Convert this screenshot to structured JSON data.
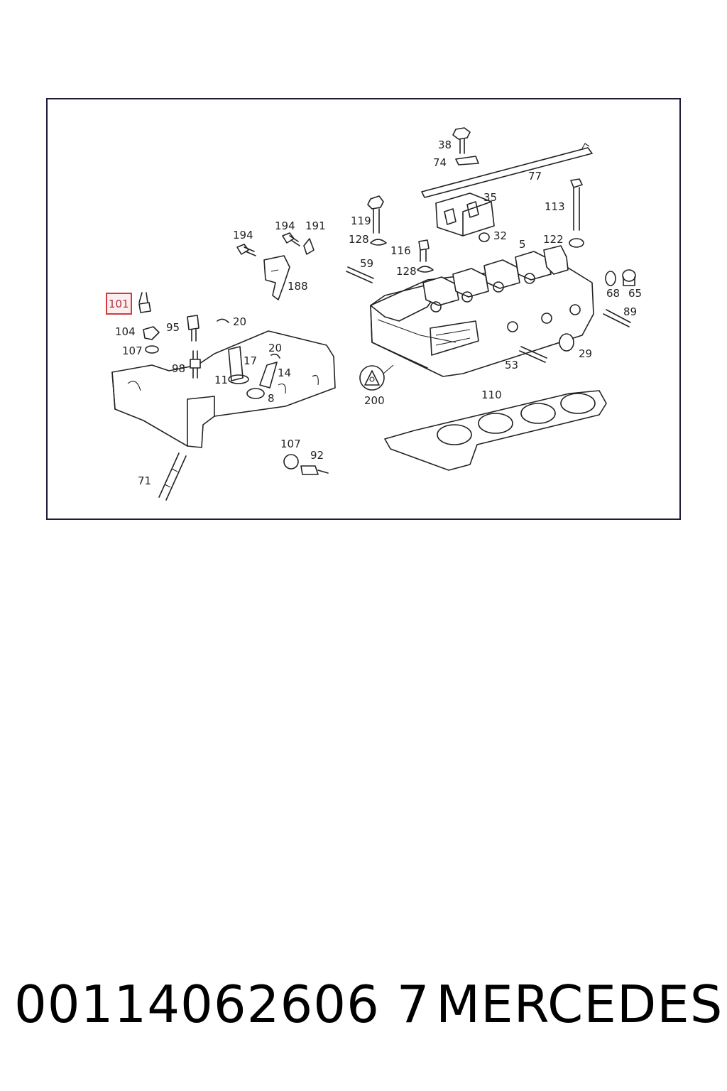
{
  "diagram": {
    "callouts": [
      "38",
      "74",
      "77",
      "35",
      "119",
      "128",
      "32",
      "113",
      "122",
      "5",
      "194",
      "194",
      "191",
      "59",
      "116",
      "128",
      "188",
      "68",
      "65",
      "101",
      "89",
      "95",
      "20",
      "104",
      "107",
      "20",
      "17",
      "98",
      "14",
      "11",
      "8",
      "53",
      "29",
      "200",
      "110",
      "107",
      "92",
      "71"
    ],
    "highlighted_callout": "101",
    "highlight_color": "#d23a3a"
  },
  "footer": {
    "part_number": "00114062606 7",
    "brand": "MERCEDES"
  }
}
